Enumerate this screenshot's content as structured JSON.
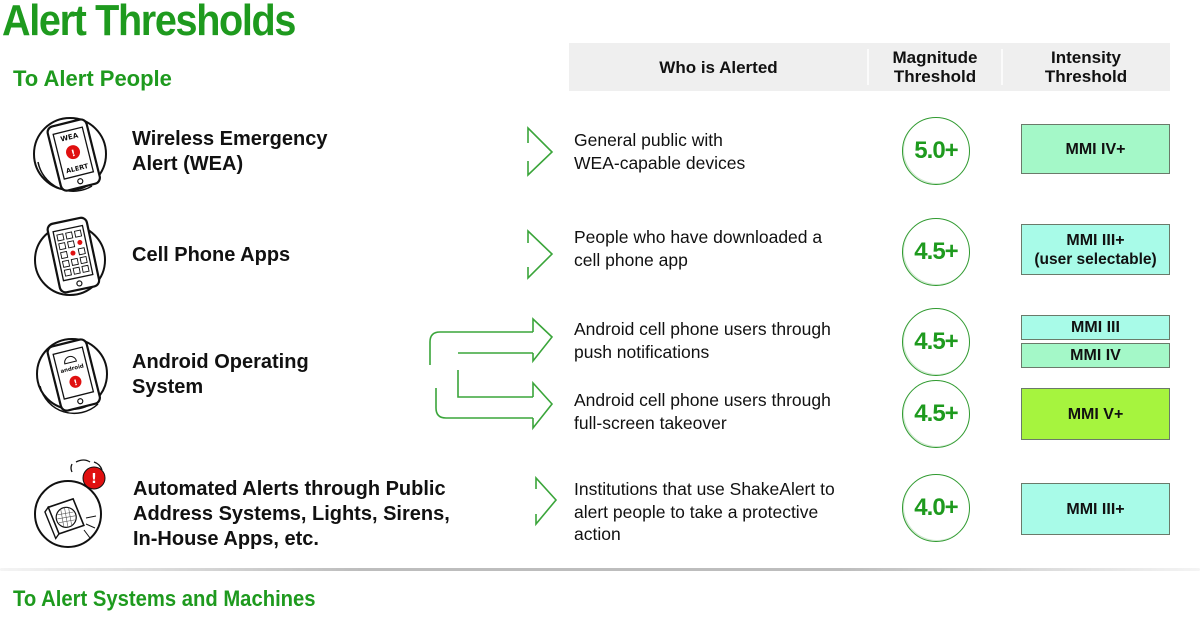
{
  "title": "Alert Thresholds",
  "sections": {
    "people": "To Alert People",
    "machines": "To Alert Systems and Machines"
  },
  "header": {
    "who": "Who is Alerted",
    "magnitude_line1": "Magnitude",
    "magnitude_line2": "Threshold",
    "intensity_line1": "Intensity",
    "intensity_line2": "Threshold"
  },
  "colors": {
    "brand_green": "#1e9a1e",
    "arrow_green": "#3aa53a",
    "header_bg": "#efefef",
    "mmi_iii_fill": "#a8fbe8",
    "mmi_iv_fill": "#a4f8c8",
    "mmi_v_fill": "#a6f43e",
    "alert_red": "#e01010"
  },
  "sources": [
    {
      "icon": "wea-phone-icon",
      "line1": "Wireless Emergency",
      "line2": "Alert (WEA)",
      "icon_text_top": "WEA",
      "icon_text_bottom": "ALERT"
    },
    {
      "icon": "app-grid-phone-icon",
      "line1": "Cell Phone Apps"
    },
    {
      "icon": "android-phone-icon",
      "line1": "Android Operating",
      "line2": "System",
      "icon_text": "android"
    },
    {
      "icon": "loudspeaker-alert-icon",
      "line1": "Automated Alerts through Public",
      "line2": "Address Systems, Lights, Sirens,",
      "line3": "In-House Apps, etc."
    }
  ],
  "rows": [
    {
      "who_line1": "General public with",
      "who_line2": "WEA-capable devices",
      "magnitude": "5.0+",
      "intensity": [
        {
          "line1": "MMI IV+",
          "fill": "#a4f8c8"
        }
      ]
    },
    {
      "who_line1": "People who have downloaded a",
      "who_line2": "cell phone app",
      "magnitude": "4.5+",
      "intensity": [
        {
          "line1": "MMI III+",
          "line2": "(user selectable)",
          "fill": "#a8fbe8"
        }
      ]
    },
    {
      "who_line1": "Android cell phone users through",
      "who_line2": "push notifications",
      "magnitude": "4.5+",
      "intensity": [
        {
          "line1": "MMI III",
          "fill": "#a8fbe8"
        },
        {
          "line1": "MMI IV",
          "fill": "#a4f8c8"
        }
      ]
    },
    {
      "who_line1": "Android cell phone users through",
      "who_line2": "full-screen takeover",
      "magnitude": "4.5+",
      "intensity": [
        {
          "line1": "MMI V+",
          "fill": "#a6f43e"
        }
      ]
    },
    {
      "who_line1": "Institutions that use ShakeAlert to",
      "who_line2": "alert people to take a protective",
      "who_line3": "action",
      "magnitude": "4.0+",
      "intensity": [
        {
          "line1": "MMI III+",
          "fill": "#a8fbe8"
        }
      ]
    }
  ]
}
